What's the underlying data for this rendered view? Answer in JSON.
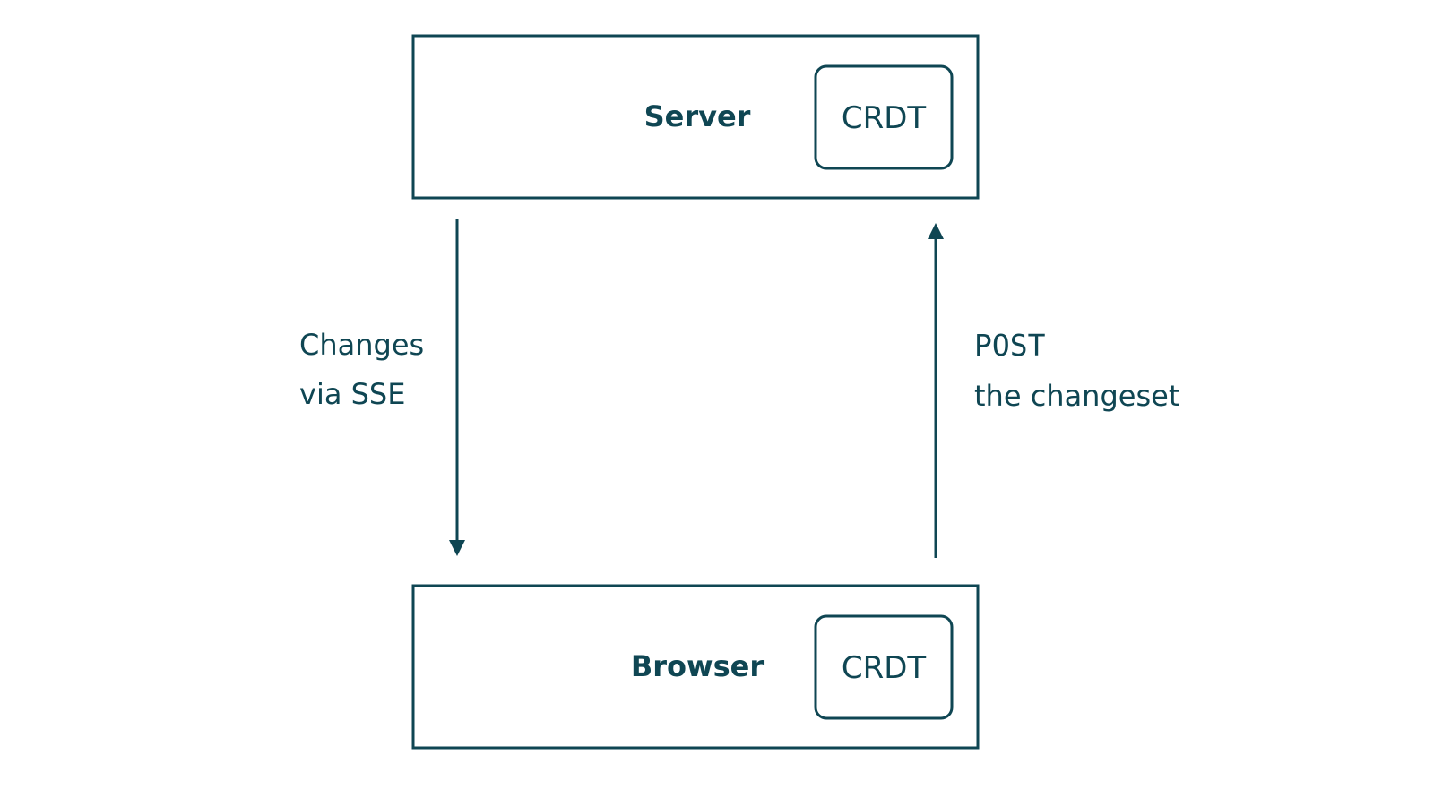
{
  "diagram": {
    "line_color": "#0f4653",
    "text_color": "#0f4653",
    "background": "#ffffff",
    "server": {
      "title": "Server",
      "component": "CRDT"
    },
    "browser": {
      "title": "Browser",
      "component": "CRDT"
    },
    "down_edge": {
      "line1": "Changes",
      "line2": "via SSE"
    },
    "up_edge": {
      "line1": "POST",
      "line2": "the changeset"
    }
  }
}
